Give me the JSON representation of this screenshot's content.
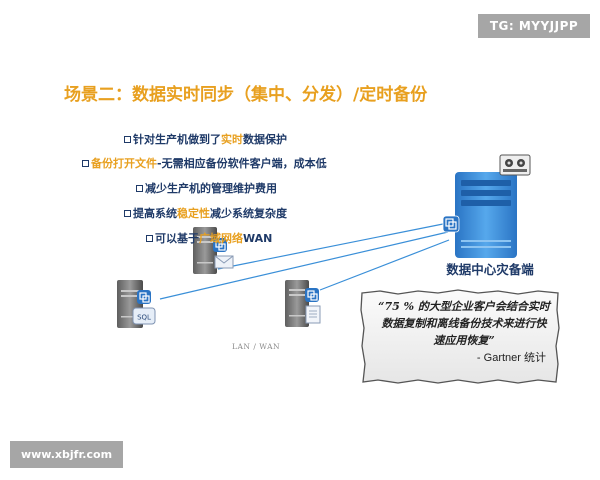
{
  "watermark_top": "TG: MYYJJPP",
  "title": "场景二：数据实时同步（集中、分发）/定时备份",
  "bullets": [
    {
      "pre": "针对生产机做到了",
      "hl": "实时",
      "post": "数据保护"
    },
    {
      "pre": "",
      "hl": "备份打开文件",
      "post": "-无需相应备份软件客户端，成本低"
    },
    {
      "pre": "减少生产机的管理维护费用",
      "hl": "",
      "post": ""
    },
    {
      "pre": "提高系统",
      "hl": "稳定性",
      "post": "减少系统复杂度"
    },
    {
      "pre": "可以基于",
      "hl": "广域网络",
      "post": "WAN"
    }
  ],
  "datacenter_label": "数据中心灾备端",
  "network_label": "LAN / WAN",
  "server_tags": {
    "sql": "SQL"
  },
  "quote": {
    "text": "“75 % 的大型企业客户会结合实时数据复制和离线备份技术来进行快速应用恢复”",
    "source": "- Gartner 统计"
  },
  "watermark_bottom": "www.xbjfr.com",
  "colors": {
    "accent": "#e8a020",
    "navy": "#1f3a68",
    "server_blue": "#3a8fd8"
  },
  "icons": [
    "replication-icon",
    "tape-drive-icon",
    "mail-icon",
    "document-icon"
  ]
}
